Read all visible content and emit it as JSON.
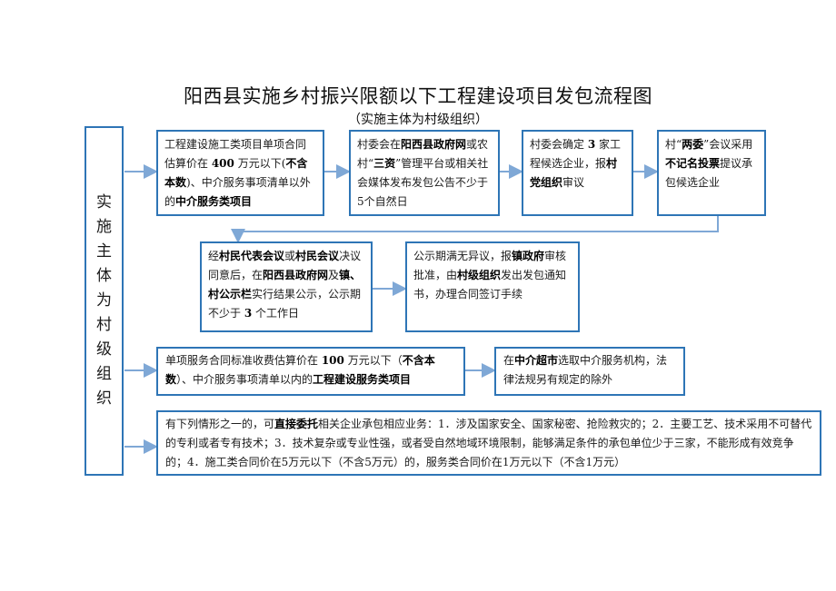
{
  "title": "阳西县实施乡村振兴限额以下工程建设项目发包流程图",
  "subtitle": "（实施主体为村级组织）",
  "side_label": [
    "实",
    "施",
    "主",
    "体",
    "为",
    "村",
    "级",
    "组",
    "织"
  ],
  "box1": {
    "t1": "工程建设施工类项目单项合同估算价在 ",
    "b1": "400",
    "t2": " 万元以下(",
    "b2": "不含本数",
    "t3": ")、中介服务事项清单以外的",
    "b3": "中介服务类项目"
  },
  "box2": {
    "t1": "村委会在",
    "b1": "阳西县政府网",
    "t2": "或农村“",
    "b2": "三资",
    "t3": "”管理平台或相关社会媒体发布发包公告不少于5个自然日"
  },
  "box3": {
    "t1": "村委会确定 ",
    "b1": "3",
    "t2": " 家工程候选企业，报",
    "b2": "村党组织",
    "t3": "审议"
  },
  "box4": {
    "t1": "村“",
    "b1": "两委",
    "t2": "”会议采用",
    "b2": "不记名投票",
    "t3": "提议承包候选企业"
  },
  "box5": {
    "t1": "经",
    "b1": "村民代表会议",
    "t2": "或",
    "b2": "村民会议",
    "t3": "决议同意后，在",
    "b3": "阳西县政府网",
    "t4": "及",
    "b4": "镇、村公示栏",
    "t5": "实行结果公示，公示期不少于 ",
    "b5": "3",
    "t6": " 个工作日"
  },
  "box6": {
    "t1": "公示期满无异议，报",
    "b1": "镇政府",
    "t2": "审核批准，由",
    "b2": "村级组织",
    "t3": "发出发包通知书，办理合同签订手续"
  },
  "box7": {
    "t1": "单项服务合同标准收费估算价在 ",
    "b1": "100",
    "t2": " 万元以下（",
    "b2": "不含本数",
    "t3": "）、中介服务事项清单以内的",
    "b3": "工程建设服务类项目"
  },
  "box8": {
    "t1": "在",
    "b1": "中介超市",
    "t2": "选取中介服务机构，法律法规另有规定的除外"
  },
  "box9": {
    "t1": "有下列情形之一的，可",
    "b1": "直接委托",
    "t2": "相关企业承包相应业务：1．涉及国家安全、国家秘密、抢险救灾的；2．主要工艺、技术采用不可替代的专利或者专有技术；3．技术复杂或专业性强，或者受自然地域环境限制，能够满足条件的承包单位少于三家，不能形成有效竞争的；4．施工类合同价在5万元以下（不含5万元）的，服务类合同价在1万元以下（不含1万元）"
  },
  "colors": {
    "border": "#2e75b6",
    "arrow": "#7fa8d6"
  }
}
